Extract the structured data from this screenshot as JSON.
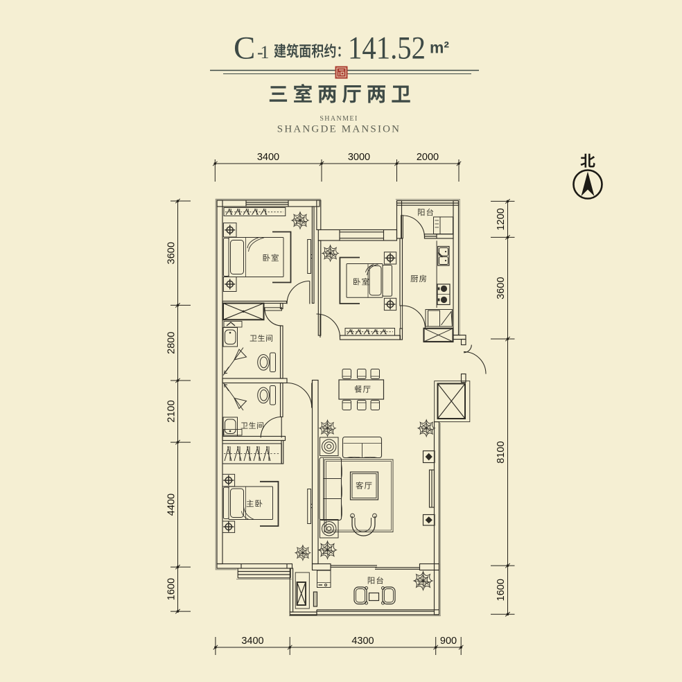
{
  "title": {
    "unit_code": "C",
    "unit_code_suffix": "-1",
    "area_label": "建筑面积约",
    "colon": "：",
    "area_value": "141.52",
    "area_unit": "m²",
    "layout_type": "三室两厅两卫",
    "brand_top": "SHANMEI",
    "brand_bottom": "SHANGDE MANSION"
  },
  "north_indicator": {
    "label": "北"
  },
  "room_labels": {
    "bedroom1": "卧室",
    "bedroom2": "卧室",
    "kitchen": "厨房",
    "balcony_top": "阳台",
    "bath1": "卫生间",
    "bath2": "卫生间",
    "dining": "餐厅",
    "living": "客厅",
    "master": "主卧",
    "balcony_bottom": "阳台"
  },
  "dimensions": {
    "top": [
      "3400",
      "3000",
      "2000"
    ],
    "bottom": [
      "3400",
      "4300",
      "900"
    ],
    "left": [
      "3600",
      "2800",
      "2100",
      "4400",
      "1600"
    ],
    "right": [
      "1200",
      "3600",
      "8100",
      "1600"
    ]
  },
  "colors": {
    "background": "#f5efd3",
    "ink": "#2e2c25",
    "title_text": "#3e4a46",
    "seal_red": "#a93a2e",
    "logo_text": "#5d6054"
  }
}
